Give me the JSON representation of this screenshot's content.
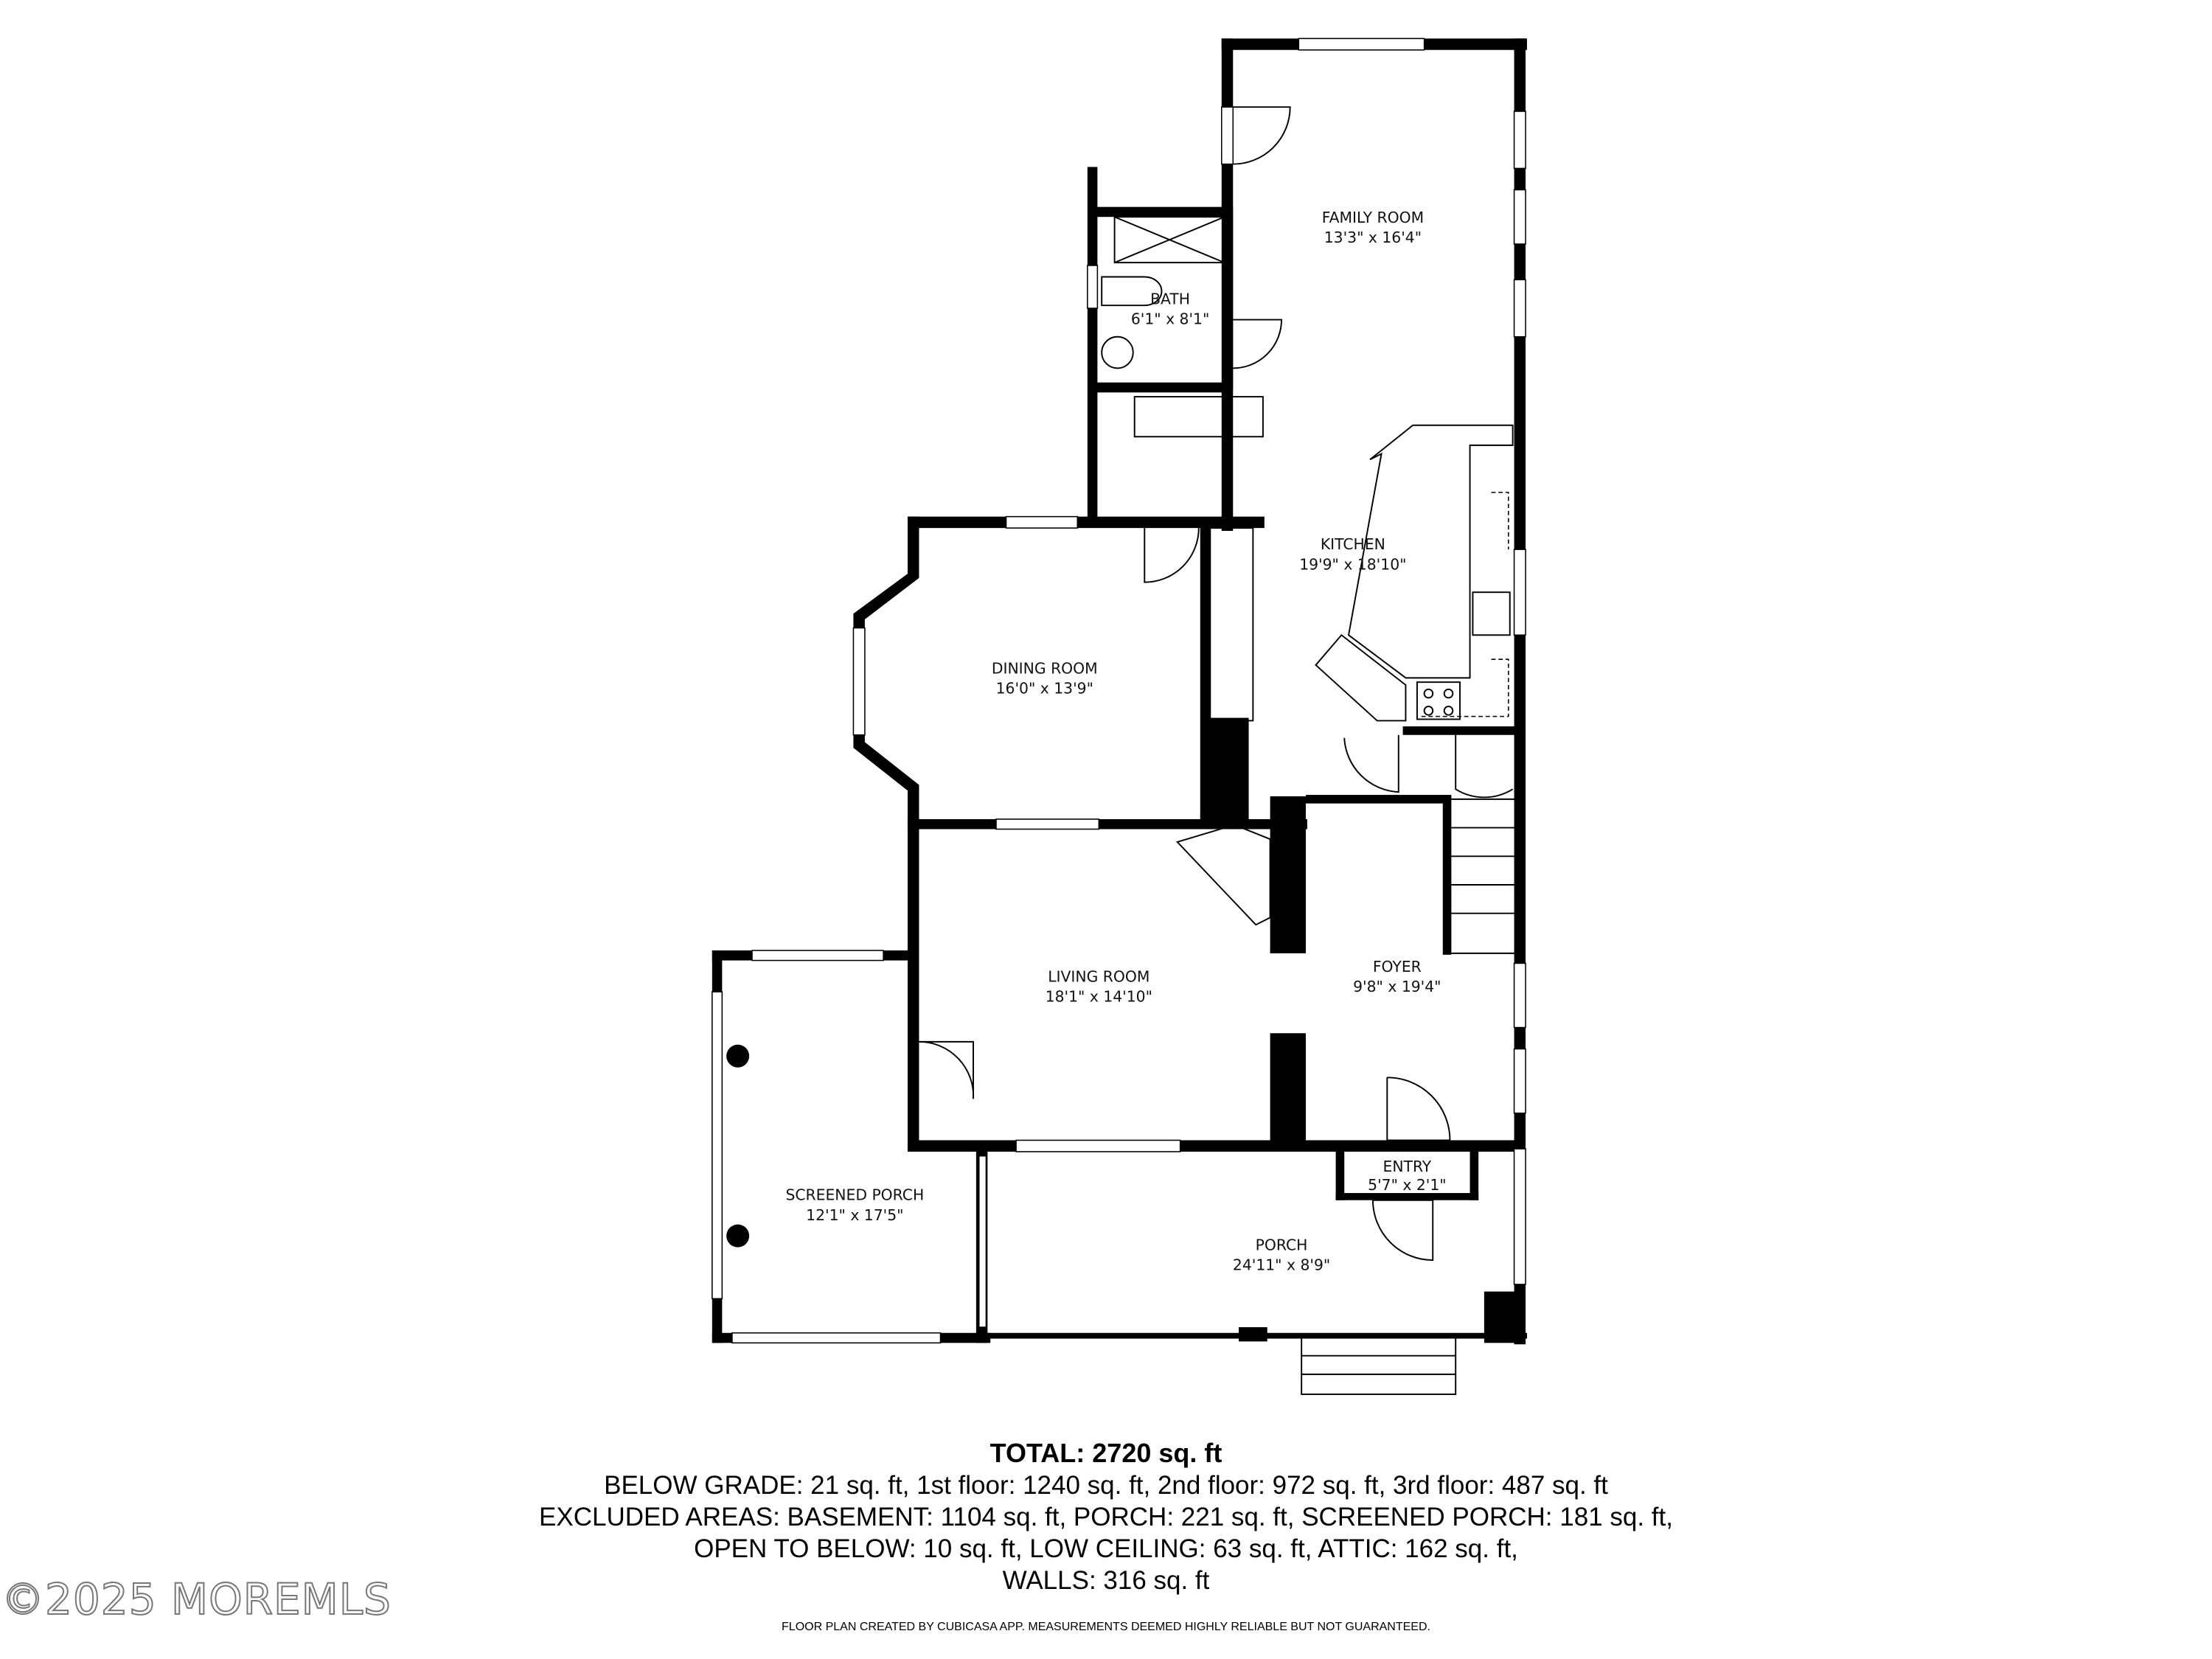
{
  "rooms": {
    "family_room": {
      "name": "FAMILY ROOM",
      "size": "13'3\" x 16'4\""
    },
    "bath": {
      "name": "BATH",
      "size": "6'1\" x 8'1\""
    },
    "kitchen": {
      "name": "KITCHEN",
      "size": "19'9\" x 18'10\""
    },
    "dining_room": {
      "name": "DINING ROOM",
      "size": "16'0\" x 13'9\""
    },
    "living_room": {
      "name": "LIVING ROOM",
      "size": "18'1\" x 14'10\""
    },
    "foyer": {
      "name": "FOYER",
      "size": "9'8\" x 19'4\""
    },
    "entry": {
      "name": "ENTRY",
      "size": "5'7\" x 2'1\""
    },
    "screened_porch": {
      "name": "SCREENED PORCH",
      "size": "12'1\" x 17'5\""
    },
    "porch": {
      "name": "PORCH",
      "size": "24'11\" x 8'9\""
    }
  },
  "summary": {
    "total": "TOTAL: 2720 sq. ft",
    "line1": "BELOW GRADE: 21 sq. ft, 1st floor: 1240 sq. ft, 2nd floor: 972 sq. ft, 3rd floor: 487 sq. ft",
    "line2": "EXCLUDED AREAS: BASEMENT: 1104 sq. ft, PORCH: 221 sq. ft, SCREENED PORCH: 181 sq. ft,",
    "line3": "OPEN TO BELOW: 10 sq. ft, LOW CEILING: 63 sq. ft, ATTIC: 162 sq. ft,",
    "line4": "WALLS: 316 sq. ft"
  },
  "credit": "FLOOR PLAN CREATED BY CUBICASA APP. MEASUREMENTS DEEMED HIGHLY RELIABLE BUT NOT GUARANTEED.",
  "watermark": "©2025 MOREMLS"
}
